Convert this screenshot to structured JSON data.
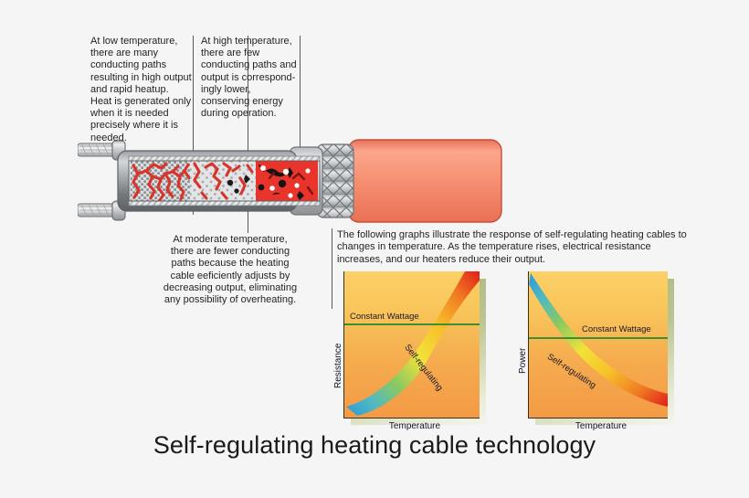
{
  "background_color": "#f5f5f5",
  "title": "Self-regulating heating cable technology",
  "callouts": {
    "low": "At low temperature,\nthere are many\nconducting paths\nresulting in high output\nand rapid heatup.\nHeat is generated only\nwhen it is needed\nprecisely where it is\nneeded.",
    "high": "At high temperature,\nthere are few\nconducting paths and\noutput is correspond-\ningly lower,\nconserving energy\nduring operation.",
    "moderate": "At moderate temperature,\nthere are fewer conducting\npaths because the heating\ncable eeficiently adjusts by\ndecreasing output, eliminating\nany possibility of overheating."
  },
  "paragraph": "The following graphs illustrate the response of self-regulating heating cables to\nchanges in temperature.  As the temperature rises, electrical resistance\nincreases, and our heaters reduce their output.",
  "cable": {
    "name": "self-regulating-heating-cable-cutaway",
    "layers": [
      "bus-wire-upper",
      "bus-wire-lower",
      "conductive-core",
      "inner-jacket",
      "braided-shield",
      "outer-jacket"
    ],
    "zones": [
      {
        "name": "low-temperature-zone",
        "description": "many conducting paths",
        "color": "#d8342a"
      },
      {
        "name": "moderate-temperature-zone",
        "description": "fewer conducting paths",
        "color": "#d8342a"
      },
      {
        "name": "high-temperature-zone",
        "description": "few conducting paths",
        "color": "#e8342a"
      }
    ],
    "outer_jacket_color": "#f28a6c",
    "inner_jacket_color": "#c9cbcd",
    "core_color": "#d9dadb"
  },
  "chart_data": [
    {
      "type": "line",
      "name": "resistance-vs-temperature",
      "title": "",
      "xlabel": "Temperature",
      "ylabel": "Resistance",
      "grid": false,
      "legend": "inline-annotations",
      "xlim": [
        0,
        1
      ],
      "ylim": [
        0,
        1
      ],
      "series": [
        {
          "name": "Self-regulating",
          "style": "rainbow-gradient-band",
          "description": "rises exponentially with temperature",
          "x": [
            0.0,
            0.12,
            0.25,
            0.38,
            0.5,
            0.62,
            0.75,
            0.88,
            1.0
          ],
          "values": [
            0.06,
            0.09,
            0.14,
            0.21,
            0.31,
            0.45,
            0.62,
            0.82,
            1.0
          ]
        },
        {
          "name": "Constant Wattage",
          "style": "green-horizontal-line",
          "description": "flat, independent of temperature",
          "x": [
            0.0,
            1.0
          ],
          "values": [
            0.64,
            0.64
          ]
        }
      ],
      "annotations": [
        {
          "text": "Constant Wattage",
          "x": 0.04,
          "y": 0.7
        },
        {
          "text": "Self-regulating",
          "x": 0.55,
          "y": 0.38,
          "rotation": 52
        }
      ]
    },
    {
      "type": "line",
      "name": "power-vs-temperature",
      "title": "",
      "xlabel": "Temperature",
      "ylabel": "Power",
      "grid": false,
      "legend": "inline-annotations",
      "xlim": [
        0,
        1
      ],
      "ylim": [
        0,
        1
      ],
      "series": [
        {
          "name": "Self-regulating",
          "style": "rainbow-gradient-band",
          "description": "decays as temperature rises",
          "x": [
            0.0,
            0.12,
            0.25,
            0.38,
            0.5,
            0.62,
            0.75,
            0.88,
            1.0
          ],
          "values": [
            0.97,
            0.8,
            0.64,
            0.5,
            0.38,
            0.28,
            0.2,
            0.14,
            0.1
          ]
        },
        {
          "name": "Constant Wattage",
          "style": "green-horizontal-line",
          "description": "flat, independent of temperature",
          "x": [
            0.0,
            1.0
          ],
          "values": [
            0.55,
            0.55
          ]
        }
      ],
      "annotations": [
        {
          "text": "Constant Wattage",
          "x": 0.4,
          "y": 0.62
        },
        {
          "text": "Self-regulating",
          "x": 0.16,
          "y": 0.38,
          "rotation": -33
        }
      ]
    }
  ],
  "colors": {
    "constant_wattage_line": "#3f8f2e",
    "panel_top": "#fbd167",
    "panel_bottom": "#f49a45",
    "shadow": "#a9b67e",
    "text": "#231f20",
    "axis_text": "#13132a"
  }
}
